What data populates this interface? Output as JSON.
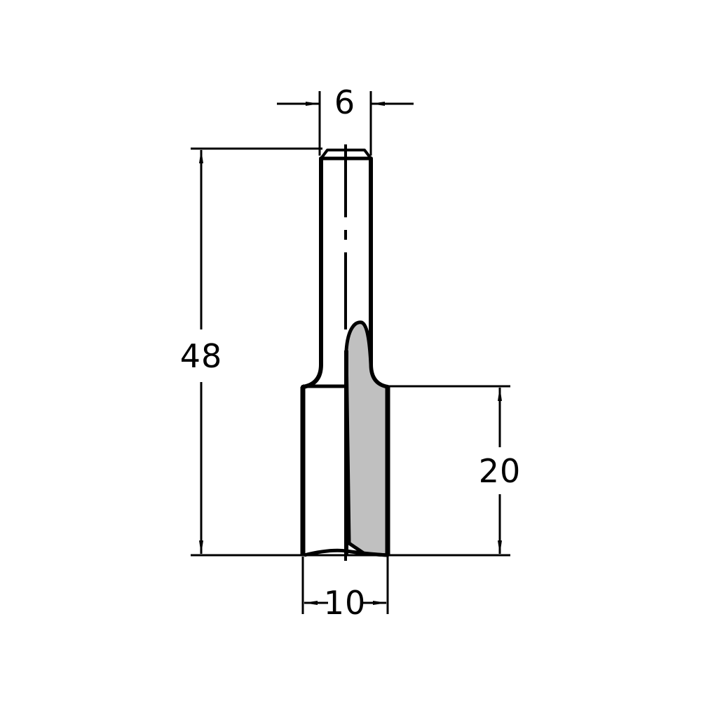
{
  "drawing": {
    "subject": "straight router bit",
    "colors": {
      "line": "#000000",
      "cutter_fill": "#c0c0c0",
      "background": "#ffffff"
    },
    "dimensions": {
      "shank_diameter": {
        "label": "6",
        "value": 6
      },
      "total_length": {
        "label": "48",
        "value": 48
      },
      "cutting_length": {
        "label": "20",
        "value": 20
      },
      "cutting_diameter": {
        "label": "10",
        "value": 10
      }
    }
  }
}
